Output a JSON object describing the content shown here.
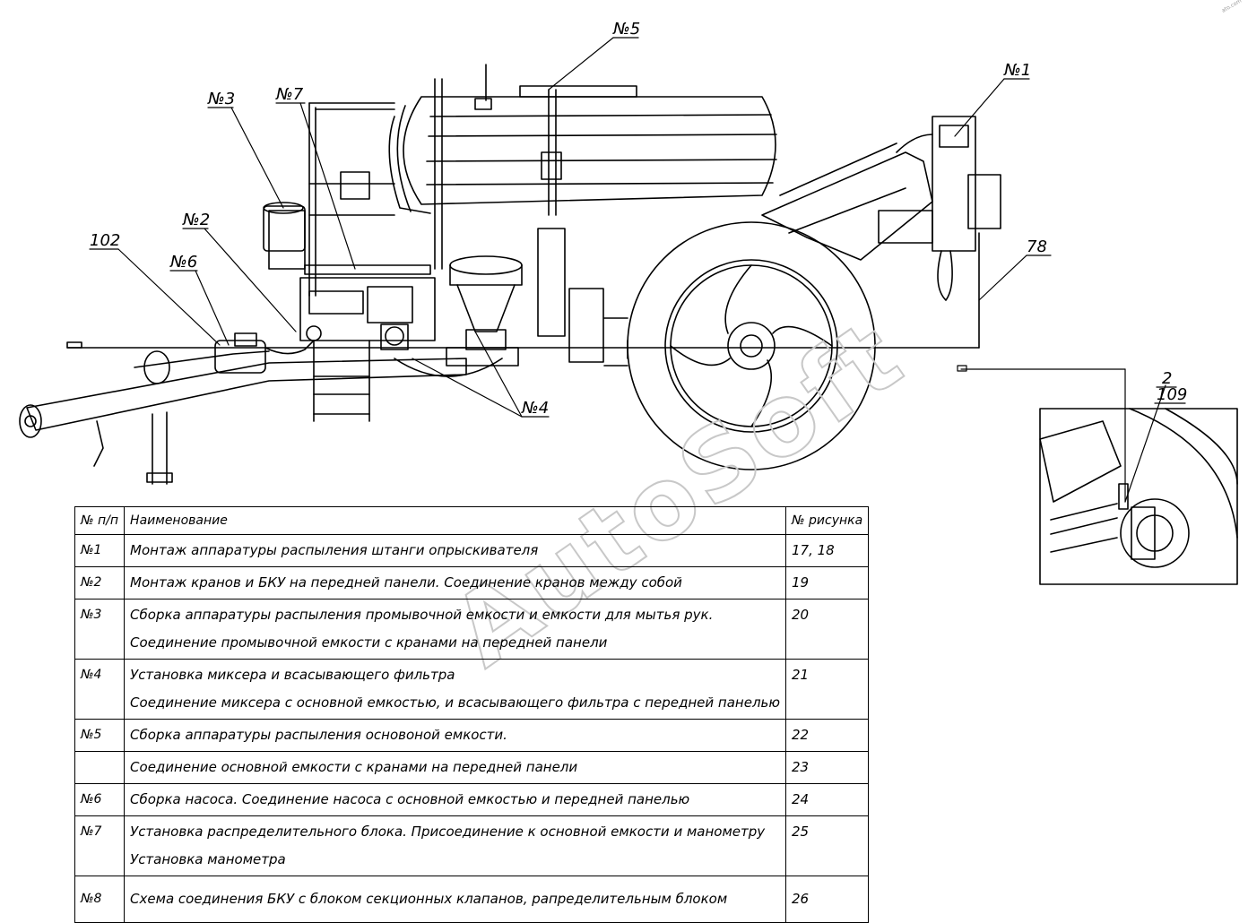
{
  "callouts": {
    "n5": "№5",
    "n1": "№1",
    "n3": "№3",
    "n7": "№7",
    "n2": "№2",
    "n6": "№6",
    "n4": "№4",
    "p102": "102",
    "p78": "78",
    "p2": "2",
    "p109": "109"
  },
  "watermark": "AutoSoft",
  "corner_mark": "ato.com",
  "table": {
    "headers": {
      "num": "№ п/п",
      "name": "Наименование",
      "figure": "№ рисунка"
    },
    "rows": [
      {
        "num": "№1",
        "lines": [
          "Монтаж аппаратуры распыления штанги опрыскивателя"
        ],
        "figure": "17, 18"
      },
      {
        "num": "№2",
        "lines": [
          "Монтаж кранов и БКУ на передней панели. Соединение кранов между собой"
        ],
        "figure": "19"
      },
      {
        "num": "№3",
        "lines": [
          "Сборка аппаратуры распыления промывочной емкости и емкости для мытья рук.",
          "Соединение промывочной емкости с кранами на передней панели"
        ],
        "figure": "20"
      },
      {
        "num": "№4",
        "lines": [
          "Установка миксера и всасывающего фильтра",
          "Соединение миксера с основной емкостью, и всасывающего фильтра с передней панелью"
        ],
        "figure": "21"
      },
      {
        "num": "№5",
        "lines": [
          "Сборка аппаратуры распыления основоной емкости."
        ],
        "figure": "22"
      },
      {
        "num": "",
        "lines": [
          "Соединение основной емкости с кранами на передней панели"
        ],
        "figure": "23"
      },
      {
        "num": "№6",
        "lines": [
          "Сборка насоса. Соединение насоса с основной емкостью и передней панелью"
        ],
        "figure": "24"
      },
      {
        "num": "№7",
        "lines": [
          "Установка распределительного блока. Присоединение к основной емкости и манометру",
          "Установка манометра"
        ],
        "figure": "25"
      },
      {
        "num": "№8",
        "lines": [
          "Схема соединения БКУ с блоком секционных клапанов, рапределительным блоком"
        ],
        "figure": "26"
      }
    ]
  }
}
